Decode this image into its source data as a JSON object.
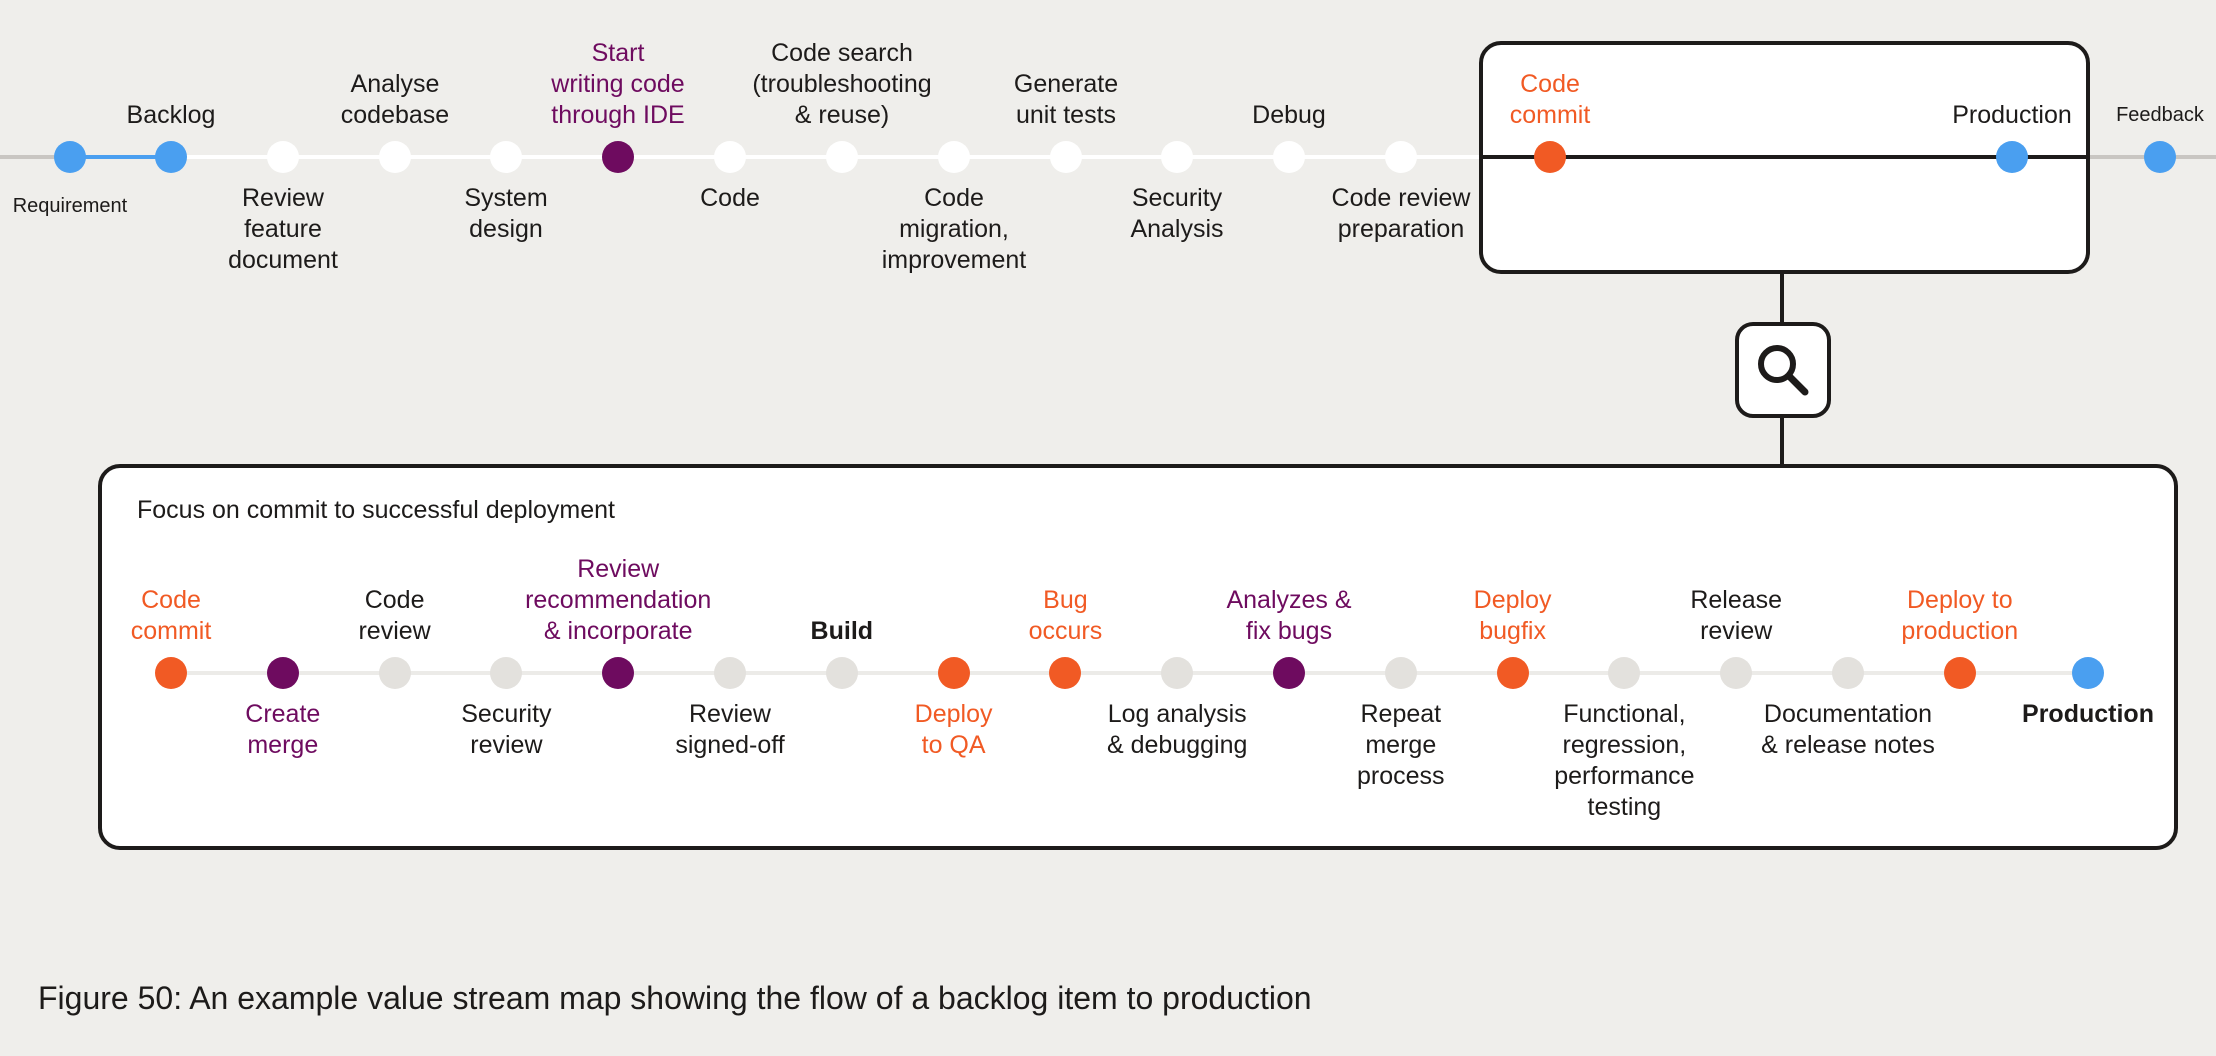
{
  "top_flow": {
    "steps": [
      {
        "label": "Requirement",
        "side": "below",
        "kind": "blue",
        "small": true
      },
      {
        "label": "Backlog",
        "side": "above",
        "kind": "blue"
      },
      {
        "label": "Review\nfeature\ndocument",
        "side": "below",
        "kind": "white"
      },
      {
        "label": "Analyse\ncodebase",
        "side": "above",
        "kind": "white"
      },
      {
        "label": "System\ndesign",
        "side": "below",
        "kind": "white"
      },
      {
        "label": "Start\nwriting code\nthrough IDE",
        "side": "above",
        "kind": "purple"
      },
      {
        "label": "Code",
        "side": "below",
        "kind": "white"
      },
      {
        "label": "Code search\n(troubleshooting\n& reuse)",
        "side": "above",
        "kind": "white"
      },
      {
        "label": "Code\nmigration,\nimprovement",
        "side": "below",
        "kind": "white"
      },
      {
        "label": "Generate\nunit tests",
        "side": "above",
        "kind": "white"
      },
      {
        "label": "Security\nAnalysis",
        "side": "below",
        "kind": "white"
      },
      {
        "label": "Debug",
        "side": "above",
        "kind": "white"
      },
      {
        "label": "Code review\npreparation",
        "side": "below",
        "kind": "white"
      },
      {
        "label": "Code\ncommit",
        "side": "above",
        "kind": "orange"
      },
      {
        "label": "Production",
        "side": "above",
        "kind": "blue"
      },
      {
        "label": "Feedback",
        "side": "above",
        "kind": "blue",
        "small": true
      }
    ]
  },
  "zoom": {
    "icon": "magnifier-icon"
  },
  "detail": {
    "title": "Focus on commit to successful deployment",
    "steps": [
      {
        "label": "Code\ncommit",
        "side": "above",
        "kind": "orange"
      },
      {
        "label": "Create\nmerge",
        "side": "below",
        "kind": "purple"
      },
      {
        "label": "Code\nreview",
        "side": "above",
        "kind": "grey"
      },
      {
        "label": "Security\nreview",
        "side": "below",
        "kind": "grey"
      },
      {
        "label": "Review\nrecommendation\n& incorporate",
        "side": "above",
        "kind": "purple"
      },
      {
        "label": "Review\nsigned-off",
        "side": "below",
        "kind": "grey"
      },
      {
        "label": "Build",
        "side": "above",
        "kind": "grey",
        "bold": true
      },
      {
        "label": "Deploy\nto QA",
        "side": "below",
        "kind": "orange"
      },
      {
        "label": "Bug\noccurs",
        "side": "above",
        "kind": "orange"
      },
      {
        "label": "Log analysis\n& debugging",
        "side": "below",
        "kind": "grey"
      },
      {
        "label": "Analyzes &\nfix bugs",
        "side": "above",
        "kind": "purple"
      },
      {
        "label": "Repeat\nmerge\nprocess",
        "side": "below",
        "kind": "grey"
      },
      {
        "label": "Deploy\nbugfix",
        "side": "above",
        "kind": "orange"
      },
      {
        "label": "Functional,\nregression,\nperformance\ntesting",
        "side": "below",
        "kind": "grey"
      },
      {
        "label": "Release\nreview",
        "side": "above",
        "kind": "grey"
      },
      {
        "label": "Documentation\n& release notes",
        "side": "below",
        "kind": "grey"
      },
      {
        "label": "Deploy to\nproduction",
        "side": "above",
        "kind": "orange"
      },
      {
        "label": "Production",
        "side": "below",
        "kind": "blue",
        "bold": true
      }
    ]
  },
  "caption": "Figure 50: An example value stream map showing the flow of a backlog item to production",
  "colors": {
    "blue": "#4a9ff0",
    "orange": "#f15a24",
    "purple": "#6e0b5f",
    "white": "#ffffff",
    "grey": "#ecebe8",
    "dark": "#1d1b1a",
    "background": "#efeeeb"
  }
}
